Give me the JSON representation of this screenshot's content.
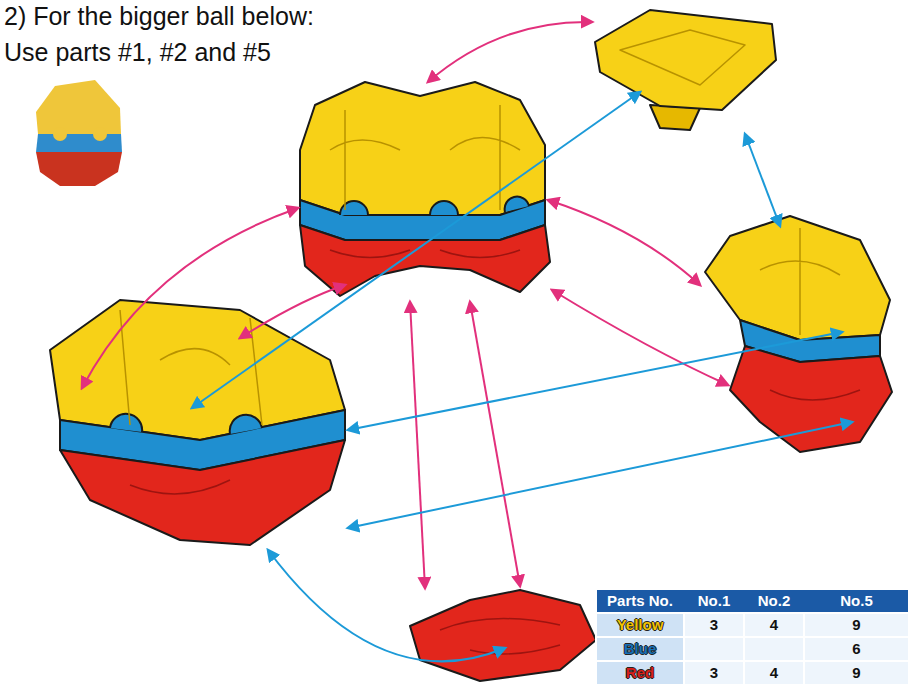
{
  "diagram": {
    "title": "2) For the bigger ball below:",
    "labels": [
      "Use parts #1, #2 and #5",
      "Parts No.",
      "No.1",
      "No.2",
      "No.5",
      "Yellow",
      "3",
      "4",
      "9",
      "Blue",
      "6",
      "Red",
      "3",
      "4",
      "9"
    ]
  }
}
